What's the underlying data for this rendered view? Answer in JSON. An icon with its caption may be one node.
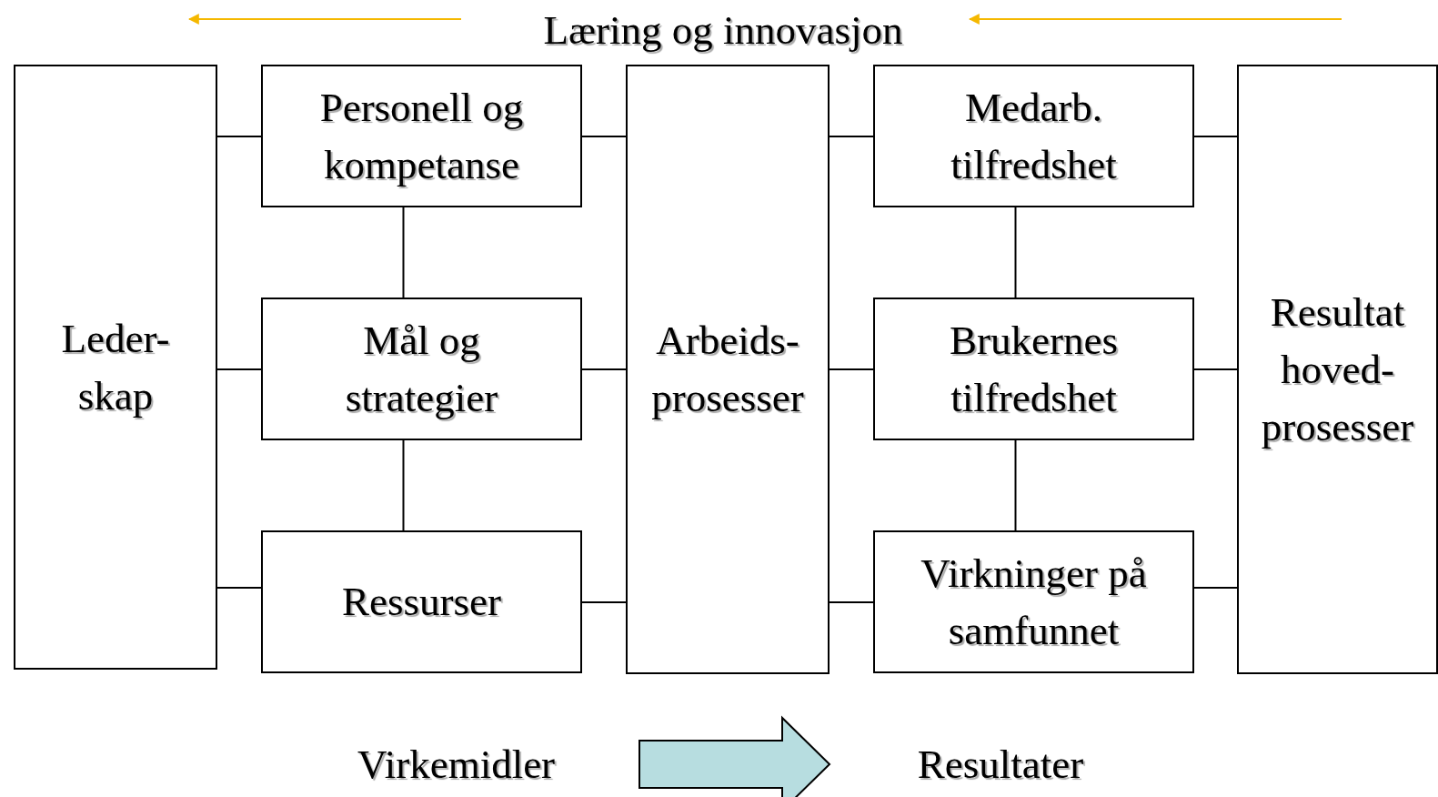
{
  "diagram": {
    "title": "Læring og innovasjon",
    "nodes": [
      {
        "text": [
          "Leder-skap"
        ]
      },
      {
        "text": [
          "Personell og kompetanse"
        ]
      },
      {
        "text": [
          "Mål og strategier"
        ]
      },
      {
        "text": [
          "Ressurser"
        ]
      },
      {
        "text": [
          "Arbeids-prosesser"
        ]
      },
      {
        "text": [
          "Medarb. tilfredshet"
        ]
      },
      {
        "text": [
          "Brukernes tilfredshet"
        ]
      },
      {
        "text": [
          "Virkninger på samfunnet"
        ]
      },
      {
        "text": [
          "Resultat hoved-prosesser"
        ]
      },
      {
        "text": [
          "Virkemidler"
        ]
      },
      {
        "text": [
          "Resultater"
        ]
      }
    ],
    "edges": [
      {
        "from": 0,
        "to": 1,
        "arrow": "none"
      },
      {
        "from": 0,
        "to": 2,
        "arrow": "none"
      },
      {
        "from": 0,
        "to": 3,
        "arrow": "none"
      },
      {
        "from": 1,
        "to": 2,
        "arrow": "none"
      },
      {
        "from": 2,
        "to": 3,
        "arrow": "none"
      },
      {
        "from": 1,
        "to": 4,
        "arrow": "none"
      },
      {
        "from": 2,
        "to": 4,
        "arrow": "none"
      },
      {
        "from": 3,
        "to": 4,
        "arrow": "none"
      },
      {
        "from": 4,
        "to": 5,
        "arrow": "none"
      },
      {
        "from": 4,
        "to": 6,
        "arrow": "none"
      },
      {
        "from": 4,
        "to": 7,
        "arrow": "none"
      },
      {
        "from": 5,
        "to": 6,
        "arrow": "none"
      },
      {
        "from": 6,
        "to": 7,
        "arrow": "none"
      },
      {
        "from": 5,
        "to": 8,
        "arrow": "none"
      },
      {
        "from": 6,
        "to": 8,
        "arrow": "none"
      },
      {
        "from": 7,
        "to": 8,
        "arrow": "none"
      },
      {
        "from": 9,
        "to": 10,
        "arrow": "to",
        "style": "thick"
      }
    ]
  }
}
